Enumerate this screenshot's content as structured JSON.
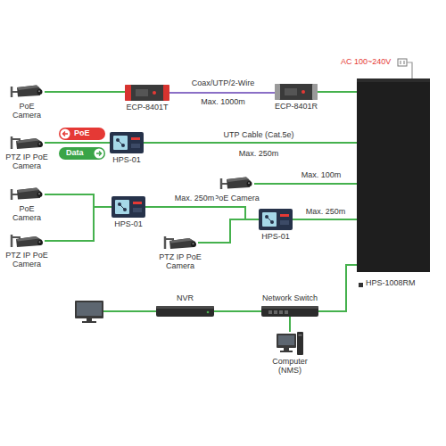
{
  "diagram": {
    "nodes": [
      {
        "text": [
          "PoE Camera"
        ]
      },
      {
        "text": [
          "ECP-8401T"
        ]
      },
      {
        "text": [
          "ECP-8401R"
        ]
      },
      {
        "text": [
          "HPS-1008RM"
        ]
      },
      {
        "text": [
          "PTZ IP PoE Camera"
        ]
      },
      {
        "text": [
          "PoE"
        ]
      },
      {
        "text": [
          "Data"
        ]
      },
      {
        "text": [
          "HPS-01"
        ]
      },
      {
        "text": [
          "PoE Camera"
        ]
      },
      {
        "text": [
          "PoE Camera"
        ]
      },
      {
        "text": [
          "PTZ IP PoE Camera"
        ]
      },
      {
        "text": [
          "HPS-01"
        ]
      },
      {
        "text": [
          "HPS-01"
        ]
      },
      {
        "text": [
          "PTZ IP PoE Camera"
        ]
      },
      {
        "text": [
          "NVR"
        ]
      },
      {
        "text": [
          "Network Switch"
        ]
      },
      {
        "text": [
          "Computer (NMS)"
        ]
      }
    ],
    "edges": [
      {
        "from": 0,
        "to": 1,
        "arrow": "none"
      },
      {
        "from": 1,
        "to": 2,
        "label": "Coax/UTP/2-Wire",
        "arrow": "none"
      },
      {
        "from": 2,
        "to": 3,
        "arrow": "none"
      },
      {
        "from": 4,
        "to": 7,
        "arrow": "none"
      },
      {
        "from": 7,
        "to": 3,
        "label": "UTP Cable (Cat.5e)",
        "arrow": "none"
      },
      {
        "from": 8,
        "to": 3,
        "label": "Max. 100m",
        "arrow": "none"
      },
      {
        "from": 9,
        "to": 11,
        "arrow": "none"
      },
      {
        "from": 10,
        "to": 11,
        "arrow": "none"
      },
      {
        "from": 11,
        "to": 12,
        "label": "Max. 250m",
        "arrow": "none"
      },
      {
        "from": 13,
        "to": 12,
        "arrow": "none"
      },
      {
        "from": 12,
        "to": 3,
        "label": "Max. 250m",
        "arrow": "none"
      },
      {
        "from": 14,
        "to": 15,
        "arrow": "none"
      },
      {
        "from": 15,
        "to": 3,
        "arrow": "none"
      },
      {
        "from": 15,
        "to": 16,
        "arrow": "none"
      }
    ],
    "labels": [
      "AC 100~240V",
      "Max. 1000m",
      "Max. 250m"
    ]
  }
}
